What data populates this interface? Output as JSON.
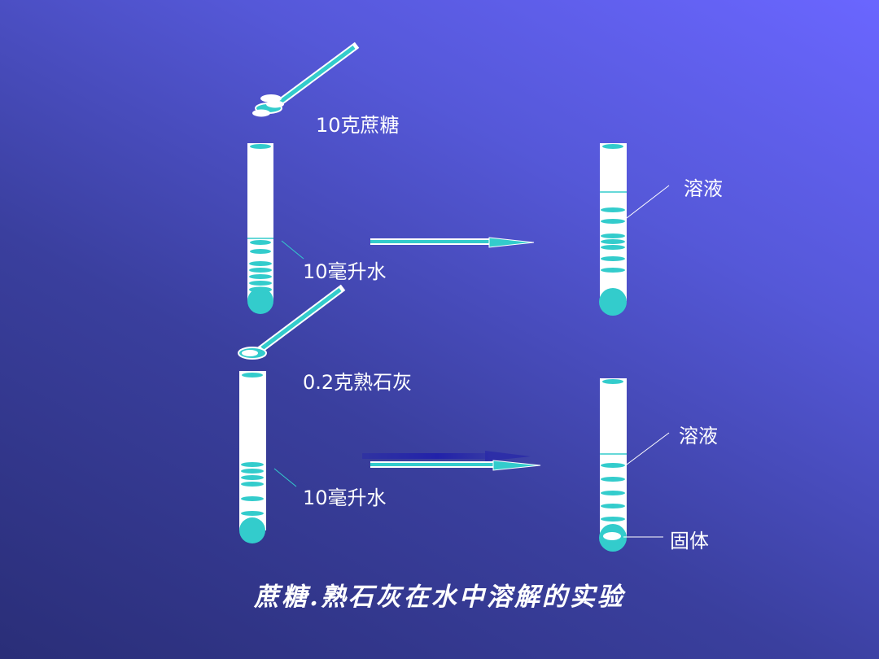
{
  "colors": {
    "tube": "#ffffff",
    "liquid": "#33cccc",
    "arrow": "#33cccc",
    "arrow_shadow": "#2222aa",
    "solid": "#ffffff",
    "line": "#ffffff"
  },
  "experiment1": {
    "reagent_label": "10克蔗糖",
    "water_label": "10毫升水",
    "result_label": "溶液"
  },
  "experiment2": {
    "reagent_label": "0.2克熟石灰",
    "water_label": "10毫升水",
    "result_label": "溶液",
    "solid_label": "固体"
  },
  "title": "蔗糖.熟石灰在水中溶解的实验"
}
